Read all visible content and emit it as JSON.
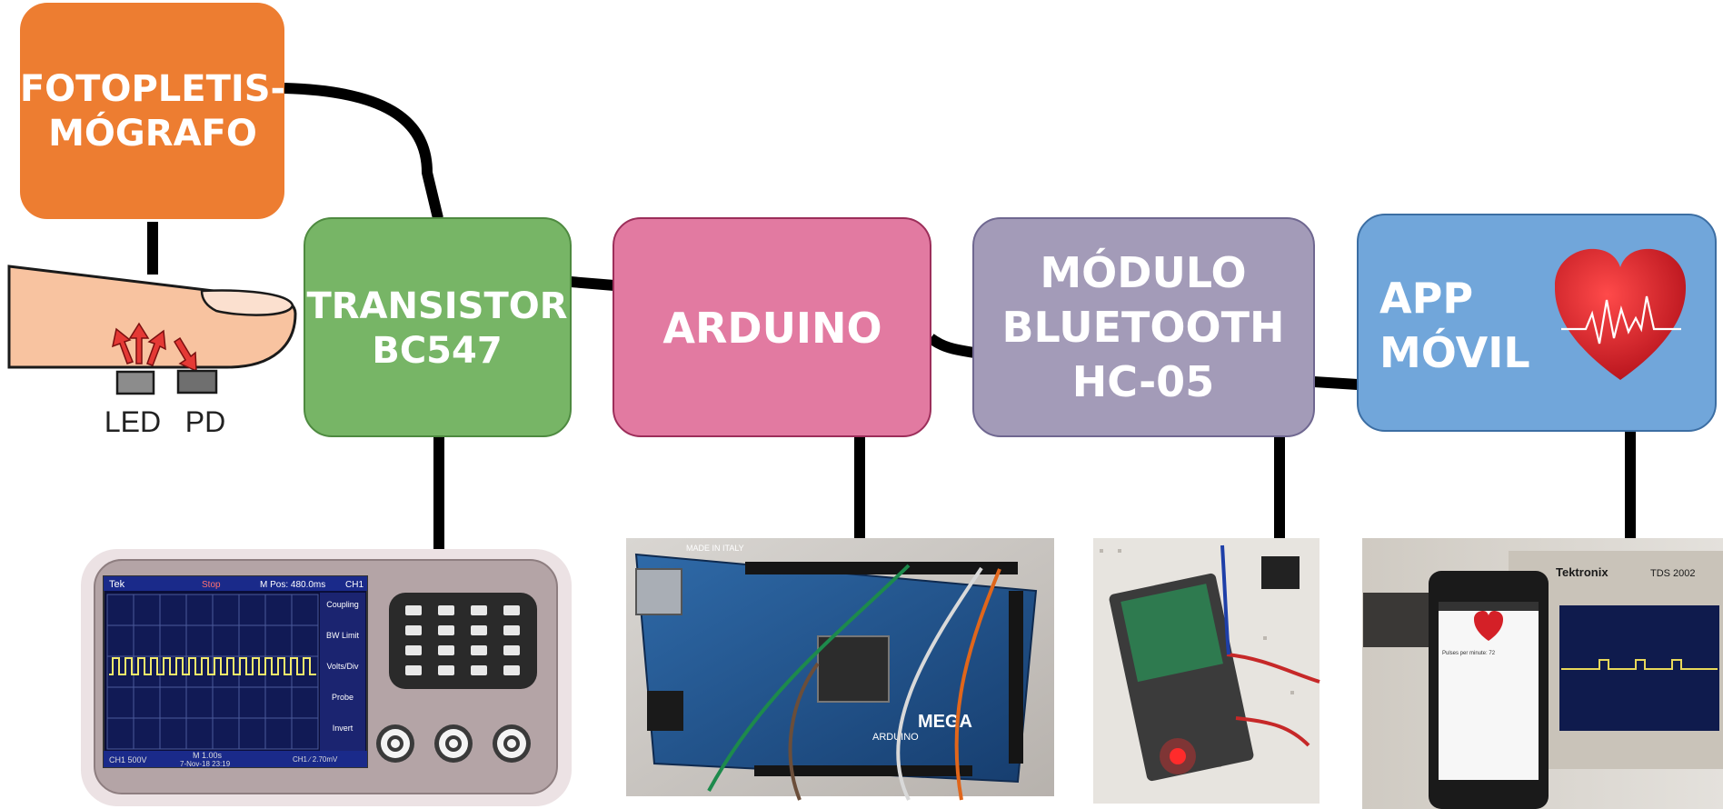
{
  "blocks": {
    "ppg": {
      "line1": "FOTOPLETIS-",
      "line2": "MÓGRAFO",
      "color": "#ED7D31"
    },
    "transistor": {
      "line1": "TRANSISTOR",
      "line2": "BC547",
      "color": "#77B566"
    },
    "arduino": {
      "label": "ARDUINO",
      "color": "#E27AA1"
    },
    "bluetooth": {
      "line1": "MÓDULO",
      "line2": "BLUETOOTH",
      "line3": "HC-05",
      "color": "#A39BB8"
    },
    "app": {
      "line1": "APP",
      "line2": "MÓVIL",
      "color": "#71A6DA"
    }
  },
  "finger": {
    "led_label": "LED",
    "pd_label": "PD"
  },
  "oscilloscope": {
    "brand": "Tek",
    "status": "Stop",
    "position": "M Pos: 480.0ms",
    "channel": "CH1",
    "menu": [
      "Coupling",
      "BW Limit",
      "Volts/Div",
      "Probe",
      "Invert"
    ],
    "footer_left": "CH1 500V",
    "footer_mid": "M 1.00s",
    "footer_date": "7-Nov-18 23:19",
    "footer_right": "CH1 ∕ 2.70mV"
  },
  "photos": {
    "arduino_board": {
      "made_in": "MADE IN ITALY",
      "logo": "MEGA",
      "brand": "ARDUINO"
    },
    "scope_photo": {
      "brand": "Tektronix",
      "model": "TDS 2002"
    },
    "phone_text": "Pulses per minute: 72"
  },
  "colors": {
    "wire": "#000000",
    "heart": "#D42027"
  }
}
